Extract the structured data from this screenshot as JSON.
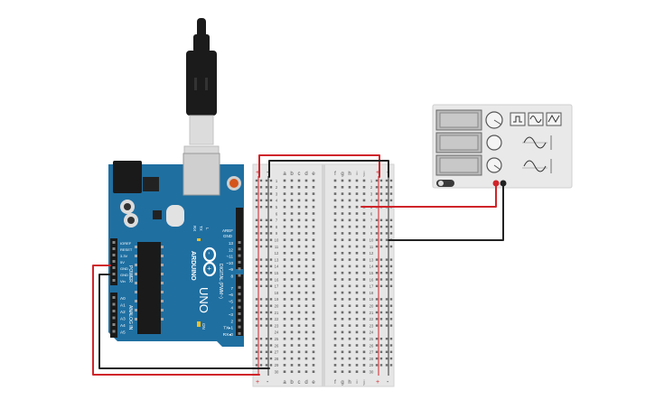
{
  "arduino": {
    "brand": "ARDUINO",
    "model": "UNO",
    "labels": {
      "aref": "AREF",
      "gnd": "GND",
      "digital": "DIGITAL (PWM~)",
      "analog_in": "ANALOG IN",
      "power": "POWER",
      "tx": "TX",
      "rx": "RX",
      "l": "L",
      "on": "ON"
    },
    "digital_pins": [
      "13",
      "12",
      "~11",
      "~10",
      "~9",
      "8",
      "7",
      "~6",
      "~5",
      "4",
      "~3",
      "2",
      "TX▸1",
      "RX◂0"
    ],
    "power_pins": [
      "IOREF",
      "RESET",
      "3.3V",
      "5V",
      "GND",
      "GND",
      "Vin"
    ],
    "analog_pins": [
      "A0",
      "A1",
      "A2",
      "A3",
      "A4",
      "A5"
    ]
  },
  "breadboard": {
    "columns_left": [
      "a",
      "b",
      "c",
      "d",
      "e"
    ],
    "columns_right": [
      "f",
      "g",
      "h",
      "i",
      "j"
    ],
    "rows": [
      "1",
      "2",
      "3",
      "4",
      "5",
      "6",
      "7",
      "8",
      "9",
      "10",
      "11",
      "12",
      "13",
      "14",
      "15",
      "16",
      "17",
      "18",
      "19",
      "20",
      "21",
      "22",
      "23",
      "24",
      "25",
      "26",
      "27",
      "28",
      "29",
      "30"
    ],
    "plus": "+",
    "minus": "-"
  },
  "function_generator": {
    "waveforms": [
      "square",
      "sine",
      "triangle"
    ],
    "power_state": "off"
  },
  "colors": {
    "arduino_board": "#1f6fa1",
    "breadboard": "#e6e6e6",
    "wire_red": "#d0242a",
    "wire_black": "#222222",
    "fg_case": "#e9e9e9"
  }
}
